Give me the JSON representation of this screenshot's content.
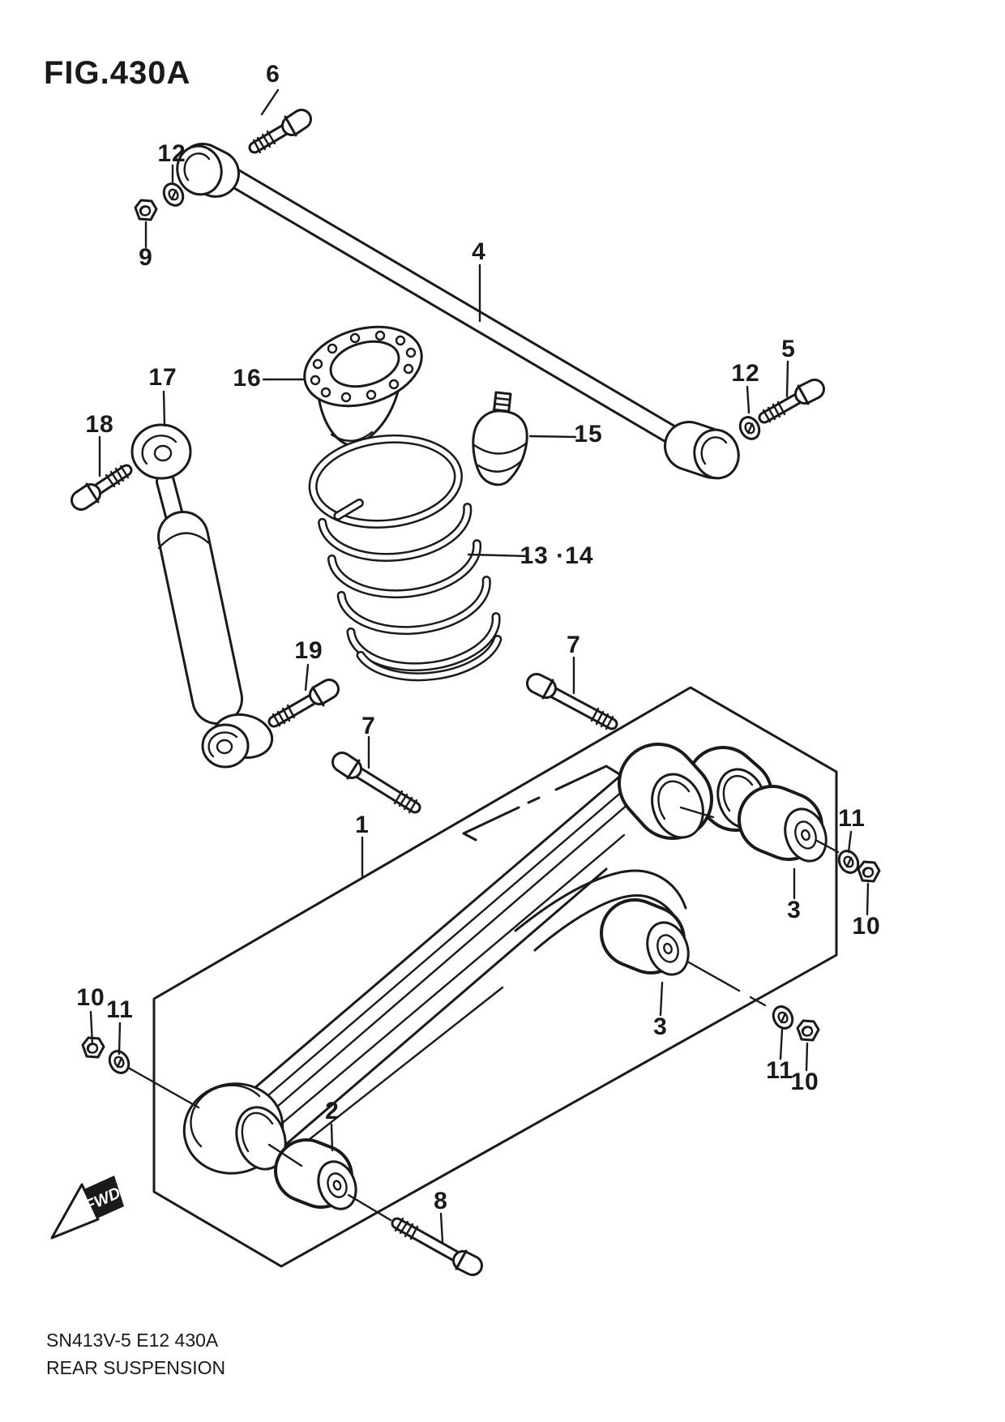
{
  "figure": {
    "title": "FIG.430A"
  },
  "drawing_footer": {
    "code_line": "SN413V-5 E12 430A",
    "title_line": "REAR SUSPENSION"
  },
  "direction_marker": {
    "label": "FWD"
  },
  "colors": {
    "ink": "#1a1a1a",
    "paper": "#ffffff"
  },
  "callouts": [
    "6",
    "12",
    "9",
    "4",
    "5",
    "12",
    "17",
    "16",
    "18",
    "15",
    "13 ·14",
    "19",
    "7",
    "7",
    "1",
    "11",
    "3",
    "10",
    "3",
    "10",
    "11",
    "11",
    "10",
    "2",
    "8"
  ]
}
